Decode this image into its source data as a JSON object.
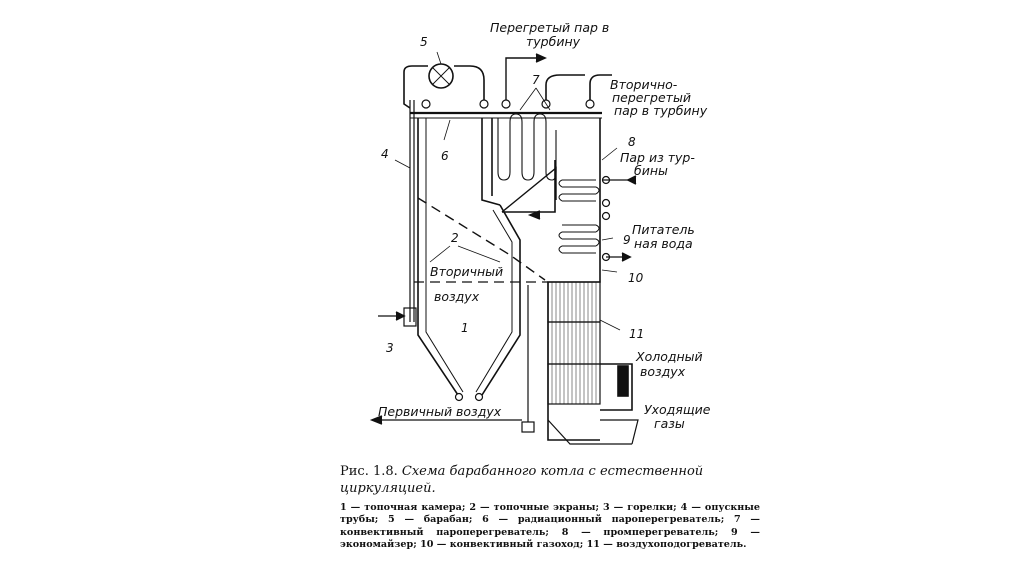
{
  "labels": {
    "superheated_steam": [
      "Перегретый пар в",
      "турбину"
    ],
    "secondary_superheated": [
      "Вторично-",
      "перегретый",
      "пар в турбину"
    ],
    "steam_from_turbine": [
      "Пар из тур-",
      "бины"
    ],
    "feed_water": [
      "Питатель",
      "ная вода"
    ],
    "secondary_air": [
      "Вторичный",
      "воздух"
    ],
    "cold_air": [
      "Холодный",
      "воздух"
    ],
    "flue_gases": [
      "Уходящие",
      "газы"
    ],
    "primary_air": "Первичный воздух"
  },
  "numbers": {
    "n1": "1",
    "n2": "2",
    "n3": "3",
    "n4": "4",
    "n5": "5",
    "n6": "6",
    "n7": "7",
    "n8": "8",
    "n9": "9",
    "n10": "10",
    "n11": "11"
  },
  "caption": {
    "figure": "Рис. 1.8.",
    "title": "Схема барабанного котла с естественной циркуляцией.",
    "legend": "1 — топочная камера; 2 — топочные экраны; 3 — горелки; 4 — опускные трубы; 5 — барабан; 6 — радиационный пароперегреватель; 7 — конвективный пароперегреватель; 8 — промперегреватель; 9 — экономайзер; 10 — конвективный газоход; 11 — воздухоподогреватель."
  }
}
